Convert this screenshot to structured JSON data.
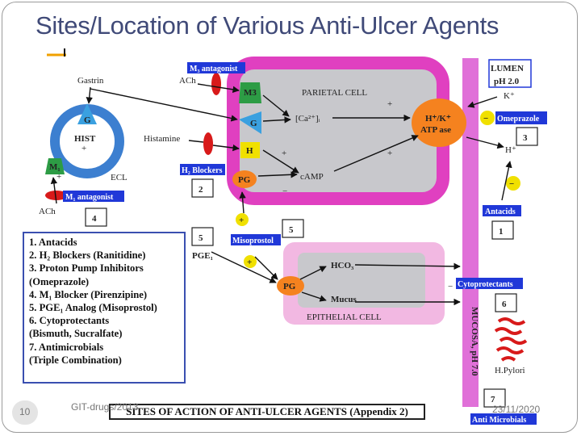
{
  "slide": {
    "title": "Sites/Location of Various Anti-Ulcer Agents",
    "page_number": "10",
    "footer_left": "GIT-drugs/2013",
    "footer_date": "23/11/2020"
  },
  "diagram": {
    "parietal_cell": "PARIETAL CELL",
    "epithelial_cell": "EPITHELIAL CELL",
    "lumen": "LUMEN",
    "lumen_ph": "pH 2.0",
    "mucosa": "MUCOSA, pH 7.0",
    "ecl": "ECL",
    "hist": "HIST",
    "gastrin": "Gastrin",
    "ach_top": "ACh",
    "ach_bottom": "ACh",
    "histamine": "Histamine",
    "ca": "[Ca²⁺]ᵢ",
    "camp": "cAMP",
    "pump_line1": "H⁺/K⁺",
    "pump_line2": "ATP ase",
    "k_ion": "K⁺",
    "h_ion": "H⁺",
    "hco3": "HCO₃",
    "mucus": "Mucus",
    "pge1": "PGE₁",
    "h_pylori": "H.Pylori",
    "receptor_m3": "M3",
    "receptor_g_parietal": "G",
    "receptor_h": "H",
    "receptor_g_ecl": "G",
    "receptor_m1": "M₁",
    "pg_parietal": "PG",
    "pg_epithelial": "PG",
    "plus": "+",
    "minus": "−",
    "tags": {
      "m3_antagonist": "M₃ antagonist",
      "h2_blockers": "H₂ Blockers",
      "m1_antagonist": "M₁ antagonist",
      "misoprostol": "Misoprostol",
      "omeprazole": "Omeprazole",
      "antacids": "Antacids",
      "cytoprotectants": "Cytoprotectants",
      "anti_microbials": "Anti Microbials"
    },
    "numbers": {
      "n1": "1",
      "n2": "2",
      "n3": "3",
      "n4": "4",
      "n5a": "5",
      "n5b": "5",
      "n6": "6",
      "n7": "7"
    },
    "colors": {
      "cell_outline": "#e040c0",
      "cell_fill": "#c8c8cc",
      "epithelial_fill": "#f2b8e2",
      "mucosa_bar": "#e070d8",
      "tag_blue": "#2038d8",
      "pump_orange": "#f5821f",
      "pg_orange": "#f5821f",
      "antagonist_red": "#d81a1a",
      "ecl_ring": "#3c7fd0",
      "receptor_green": "#2d9c45",
      "receptor_blue": "#3aa0e0",
      "receptor_yellow": "#f0e000",
      "bacteria_red": "#d81a1a"
    }
  },
  "legend": {
    "items": [
      "1.  Antacids",
      "2.  H₂ Blockers (Ranitidine)",
      "3.  Proton Pump Inhibitors",
      "      (Omeprazole)",
      "4.  M₁ Blocker (Pirenzipine)",
      "5.  PGE₁ Analog (Misoprostol)",
      "6.  Cytoprotectants",
      "      (Bismuth, Sucralfate)",
      "7.  Antimicrobials",
      "      (Triple Combination)"
    ]
  },
  "caption": "SITES OF ACTION OF ANTI-ULCER AGENTS (Appendix 2)"
}
